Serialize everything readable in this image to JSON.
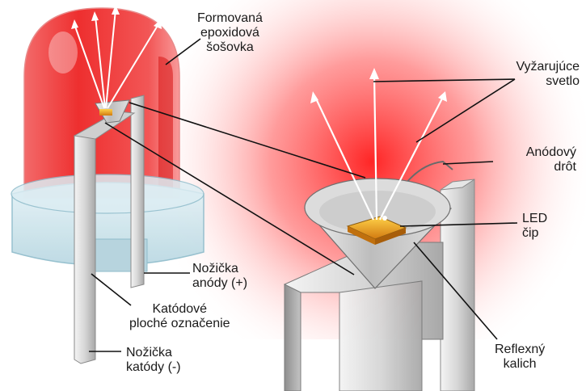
{
  "labels": {
    "lens": {
      "line1": "Formovaná",
      "line2": "epoxidová",
      "line3": "šošovka"
    },
    "emitted_light": {
      "line1": "Vyžarujúce",
      "line2": "svetlo"
    },
    "anode_wire": {
      "line1": "Anódový",
      "line2": "drôt"
    },
    "led_chip": {
      "line1": "LED",
      "line2": "čip"
    },
    "anode_lead": {
      "line1": "Nožička",
      "line2": "anódy (+)"
    },
    "cathode_flat": {
      "line1": "Katódové",
      "line2": "ploché označenie"
    },
    "cathode_lead": {
      "line1": "Nožička",
      "line2": "katódy (-)"
    },
    "reflector_cup": {
      "line1": "Reflexný",
      "line2": "kalich"
    }
  },
  "colors": {
    "glow": "#ff2a2a",
    "lens_red": "#f04040",
    "chip": "#f0a020",
    "metal_light": "#e8e8e8",
    "metal_dark": "#9a9a9a",
    "base_blue": "#cfe6ee",
    "leader_line": "#111111"
  }
}
